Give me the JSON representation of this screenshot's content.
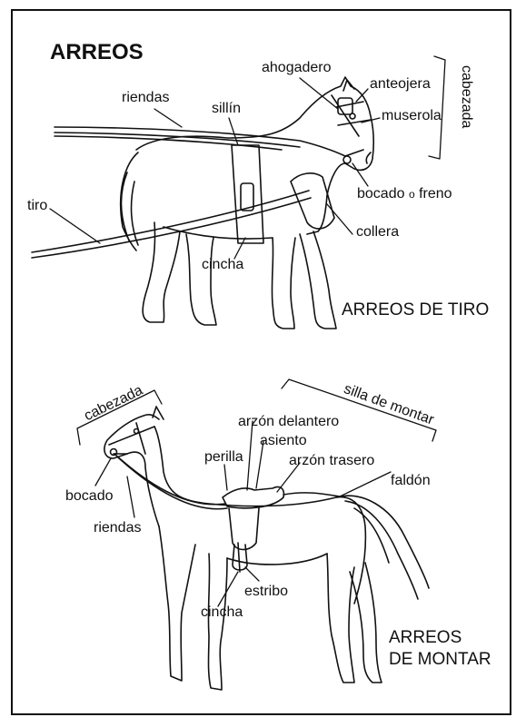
{
  "title": "ARREOS",
  "colors": {
    "ink": "#111111",
    "background": "#ffffff"
  },
  "draft": {
    "section_title": "ARREOS DE TIRO",
    "labels": {
      "riendas": "riendas",
      "sillin": "sillín",
      "ahogadero": "ahogadero",
      "anteojera": "anteojera",
      "muserola": "muserola",
      "cabezada": "cabezada",
      "tiro": "tiro",
      "bocado": "bocado",
      "o": "o",
      "freno": "freno",
      "collera": "collera",
      "cincha": "cincha"
    }
  },
  "riding": {
    "section_title_line1": "ARREOS",
    "section_title_line2": "DE MONTAR",
    "labels": {
      "cabezada": "cabezada",
      "silla_de_montar": "silla de montar",
      "arzon_delantero": "arzón delantero",
      "asiento": "asiento",
      "perilla": "perilla",
      "arzon_trasero": "arzón trasero",
      "faldon": "faldón",
      "bocado": "bocado",
      "riendas": "riendas",
      "estribo": "estribo",
      "cincha": "cincha"
    }
  }
}
